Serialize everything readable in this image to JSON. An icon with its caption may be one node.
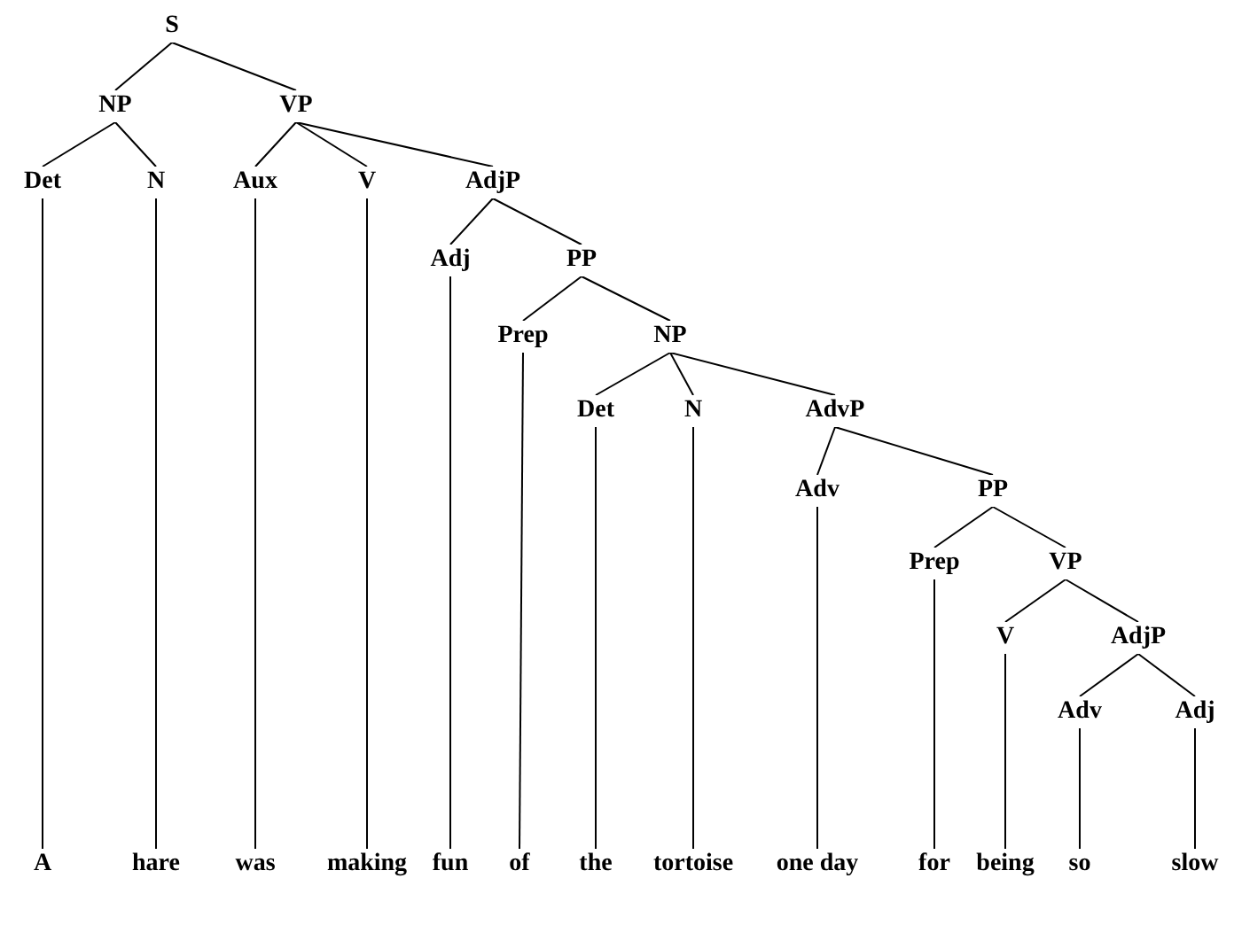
{
  "diagram": {
    "nodes": [
      {
        "text": [
          "S"
        ]
      },
      {
        "text": [
          "NP"
        ]
      },
      {
        "text": [
          "VP"
        ]
      },
      {
        "text": [
          "Det"
        ]
      },
      {
        "text": [
          "N"
        ]
      },
      {
        "text": [
          "Aux"
        ]
      },
      {
        "text": [
          "V"
        ]
      },
      {
        "text": [
          "AdjP"
        ]
      },
      {
        "text": [
          "Adj"
        ]
      },
      {
        "text": [
          "PP"
        ]
      },
      {
        "text": [
          "Prep"
        ]
      },
      {
        "text": [
          "NP"
        ]
      },
      {
        "text": [
          "Det"
        ]
      },
      {
        "text": [
          "N"
        ]
      },
      {
        "text": [
          "AdvP"
        ]
      },
      {
        "text": [
          "Adv"
        ]
      },
      {
        "text": [
          "PP"
        ]
      },
      {
        "text": [
          "Prep"
        ]
      },
      {
        "text": [
          "VP"
        ]
      },
      {
        "text": [
          "V"
        ]
      },
      {
        "text": [
          "AdjP"
        ]
      },
      {
        "text": [
          "Adv"
        ]
      },
      {
        "text": [
          "Adj"
        ]
      },
      {
        "text": [
          "A"
        ]
      },
      {
        "text": [
          "hare"
        ]
      },
      {
        "text": [
          "was"
        ]
      },
      {
        "text": [
          "making"
        ]
      },
      {
        "text": [
          "fun"
        ]
      },
      {
        "text": [
          "of"
        ]
      },
      {
        "text": [
          "the"
        ]
      },
      {
        "text": [
          "tortoise"
        ]
      },
      {
        "text": [
          "one day"
        ]
      },
      {
        "text": [
          "for"
        ]
      },
      {
        "text": [
          "being"
        ]
      },
      {
        "text": [
          "so"
        ]
      },
      {
        "text": [
          "slow"
        ]
      }
    ],
    "edges": [
      {
        "from": 0,
        "to": 1,
        "arrow": "none"
      },
      {
        "from": 0,
        "to": 2,
        "arrow": "none"
      },
      {
        "from": 1,
        "to": 3,
        "arrow": "none"
      },
      {
        "from": 1,
        "to": 4,
        "arrow": "none"
      },
      {
        "from": 2,
        "to": 5,
        "arrow": "none"
      },
      {
        "from": 2,
        "to": 6,
        "arrow": "none"
      },
      {
        "from": 2,
        "to": 7,
        "arrow": "none"
      },
      {
        "from": 7,
        "to": 8,
        "arrow": "none"
      },
      {
        "from": 7,
        "to": 9,
        "arrow": "none"
      },
      {
        "from": 9,
        "to": 10,
        "arrow": "none"
      },
      {
        "from": 9,
        "to": 11,
        "arrow": "none"
      },
      {
        "from": 11,
        "to": 12,
        "arrow": "none"
      },
      {
        "from": 11,
        "to": 13,
        "arrow": "none"
      },
      {
        "from": 11,
        "to": 14,
        "arrow": "none"
      },
      {
        "from": 14,
        "to": 15,
        "arrow": "none"
      },
      {
        "from": 14,
        "to": 16,
        "arrow": "none"
      },
      {
        "from": 16,
        "to": 17,
        "arrow": "none"
      },
      {
        "from": 16,
        "to": 18,
        "arrow": "none"
      },
      {
        "from": 18,
        "to": 19,
        "arrow": "none"
      },
      {
        "from": 18,
        "to": 20,
        "arrow": "none"
      },
      {
        "from": 20,
        "to": 21,
        "arrow": "none"
      },
      {
        "from": 20,
        "to": 22,
        "arrow": "none"
      },
      {
        "from": 3,
        "to": 23,
        "arrow": "none"
      },
      {
        "from": 4,
        "to": 24,
        "arrow": "none"
      },
      {
        "from": 5,
        "to": 25,
        "arrow": "none"
      },
      {
        "from": 6,
        "to": 26,
        "arrow": "none"
      },
      {
        "from": 8,
        "to": 27,
        "arrow": "none"
      },
      {
        "from": 10,
        "to": 28,
        "arrow": "none"
      },
      {
        "from": 12,
        "to": 29,
        "arrow": "none"
      },
      {
        "from": 13,
        "to": 30,
        "arrow": "none"
      },
      {
        "from": 15,
        "to": 31,
        "arrow": "none"
      },
      {
        "from": 17,
        "to": 32,
        "arrow": "none"
      },
      {
        "from": 19,
        "to": 33,
        "arrow": "none"
      },
      {
        "from": 21,
        "to": 34,
        "arrow": "none"
      },
      {
        "from": 22,
        "to": 35,
        "arrow": "none"
      }
    ]
  }
}
